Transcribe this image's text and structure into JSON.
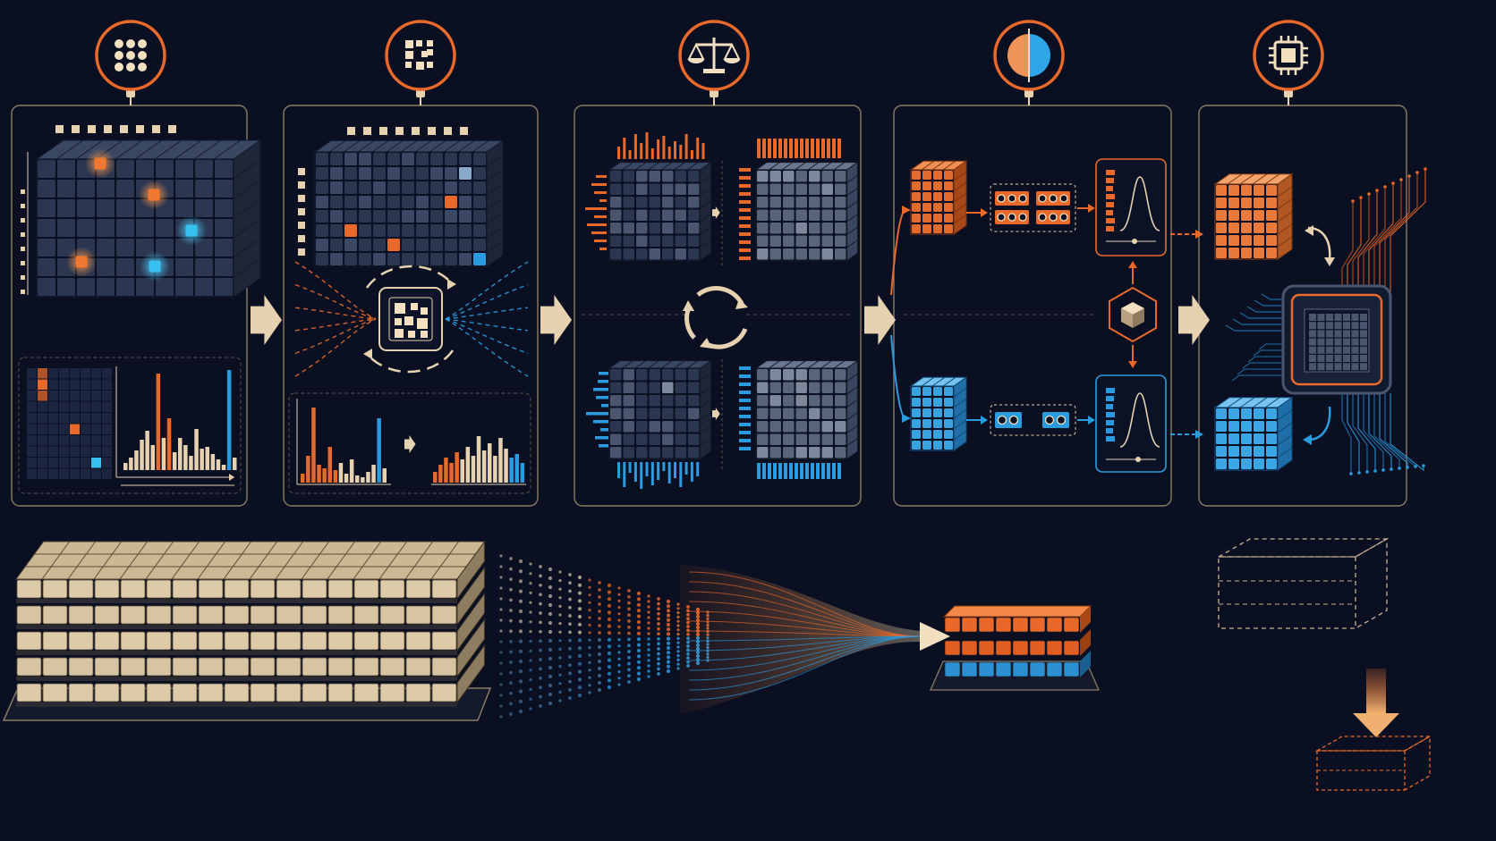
{
  "diagram": {
    "stages": [
      {
        "id": "outliers",
        "icon": "dot-grid-icon"
      },
      {
        "id": "smoothing",
        "icon": "shuffle-grid-icon"
      },
      {
        "id": "rotation",
        "icon": "balance-scale-icon"
      },
      {
        "id": "split",
        "icon": "half-circle-icon"
      },
      {
        "id": "hardware",
        "icon": "chip-icon"
      }
    ],
    "compression": {
      "from": "large-weight-tensor",
      "to": "quantized-stack"
    },
    "colors": {
      "background": "#0a1022",
      "panel_border": "#8a7a66",
      "accent_orange": "#e8692a",
      "accent_blue": "#2b9be0",
      "cream": "#e6d2b0",
      "cell_dark": "#2b3650",
      "cell_mid": "#58647a"
    }
  }
}
